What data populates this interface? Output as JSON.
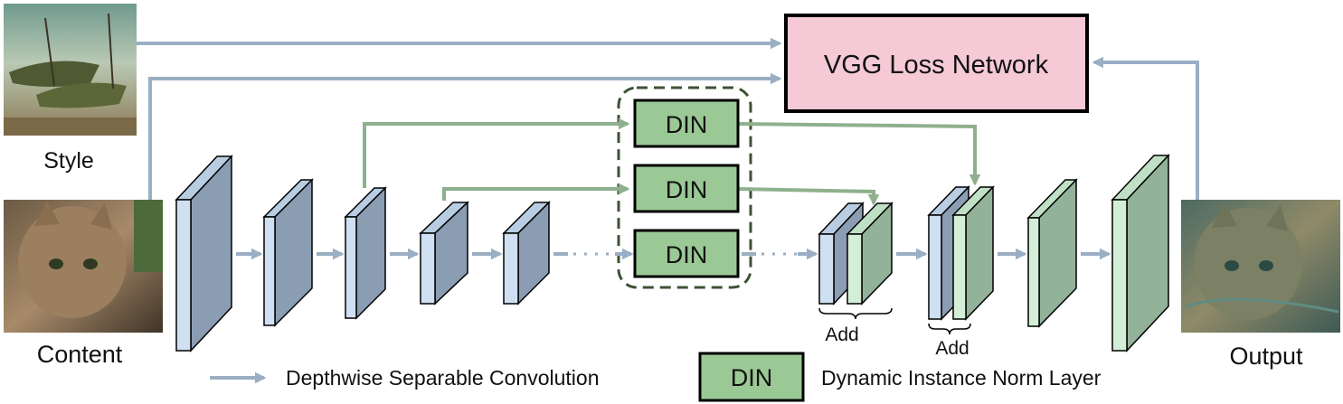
{
  "images": {
    "style_label": "Style",
    "content_label": "Content",
    "output_label": "Output"
  },
  "loss": {
    "label": "VGG Loss Network"
  },
  "din_blocks": [
    {
      "label": "DIN"
    },
    {
      "label": "DIN"
    },
    {
      "label": "DIN"
    }
  ],
  "add_labels": [
    "Add",
    "Add"
  ],
  "legend": {
    "conv_label": "Depthwise Separable Convolution",
    "din_box_label": "DIN",
    "din_label": "Dynamic Instance Norm Layer"
  },
  "colors": {
    "blue_arrow": "#9aaec4",
    "green_arrow": "#8fb08d",
    "layer_blue_face": "#cfe0f2",
    "layer_blue_side": "#8a9db3",
    "layer_green_face": "#d4efd7",
    "layer_green_side": "#93b29a",
    "din_fill": "#9bc995",
    "loss_fill": "#f5c9d6",
    "dashed_border": "#3d5234"
  }
}
